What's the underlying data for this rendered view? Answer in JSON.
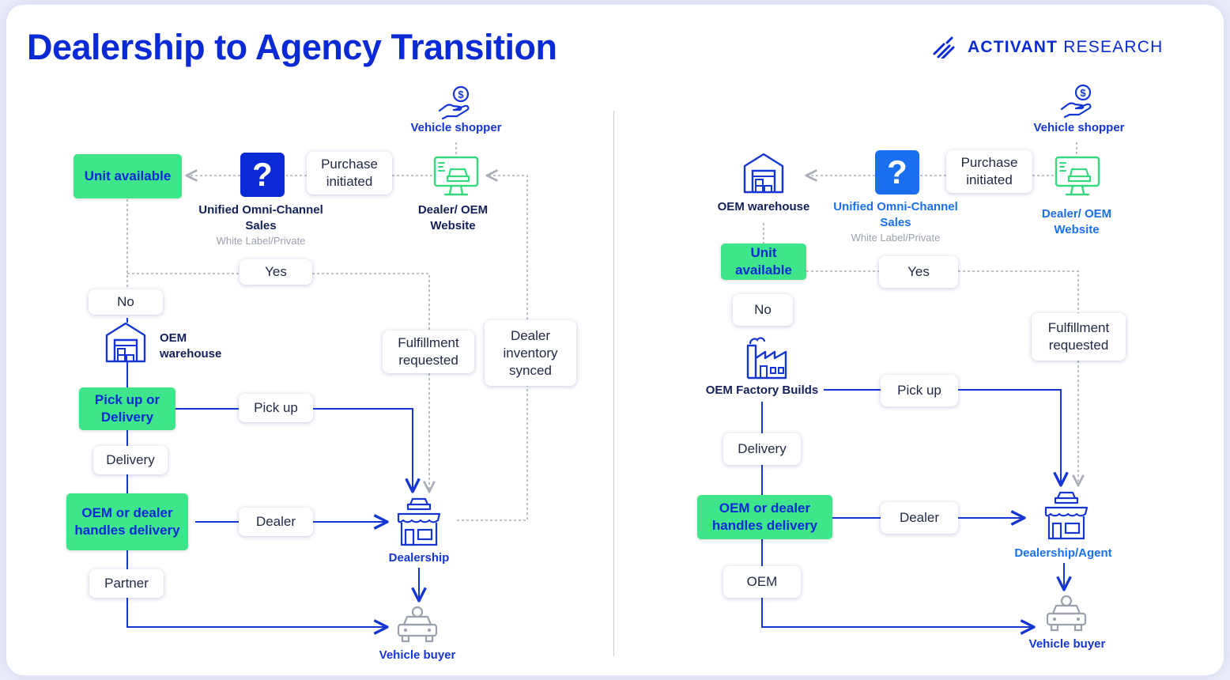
{
  "header": {
    "title": "Dealership to Agency Transition",
    "brand_bold": "ACTIVANT",
    "brand_light": " RESEARCH",
    "brand_icon": "activant-logo-icon"
  },
  "colors": {
    "brand_blue": "#0a2ad6",
    "label_blue": "#1536d4",
    "agency_blue": "#1a6ff0",
    "green_box": "#3fe58a",
    "green_icon": "#37d97f",
    "grey_icon": "#9aa0ad"
  },
  "left": {
    "shopper": "Vehicle shopper",
    "website": "Dealer/ OEM\nWebsite",
    "purchase": "Purchase\ninitiated",
    "unified": "Unified Omni-Channel\nSales",
    "unified_sub": "White Label/Private",
    "unit_available": "Unit available",
    "yes": "Yes",
    "no": "No",
    "oem_warehouse": "OEM\nwarehouse",
    "fulfillment": "Fulfillment\nrequested",
    "dealer_inventory": "Dealer\ninventory\nsynced",
    "pickup_delivery": "Pick up or\nDelivery",
    "pickup": "Pick up",
    "delivery": "Delivery",
    "oem_dealer": "OEM or dealer\nhandles delivery",
    "dealer": "Dealer",
    "partner": "Partner",
    "dealership": "Dealership",
    "buyer": "Vehicle buyer"
  },
  "right": {
    "shopper": "Vehicle shopper",
    "website": "Dealer/ OEM\nWebsite",
    "purchase": "Purchase\ninitiated",
    "unified": "Unified Omni-Channel\nSales",
    "unified_sub": "White Label/Private",
    "oem_warehouse": "OEM warehouse",
    "unit_available": "Unit\navailable",
    "yes": "Yes",
    "no": "No",
    "fulfillment": "Fulfillment\nrequested",
    "factory": "OEM Factory Builds",
    "pickup": "Pick up",
    "delivery": "Delivery",
    "oem_dealer": "OEM or dealer\nhandles delivery",
    "dealer": "Dealer",
    "oem": "OEM",
    "dealership": "Dealership/Agent",
    "buyer": "Vehicle buyer"
  },
  "icons": {
    "shopper": "hand-dollar-icon",
    "website": "monitor-car-icon",
    "unified": "question-icon",
    "warehouse": "warehouse-icon",
    "factory": "factory-icon",
    "dealership": "dealership-store-icon",
    "buyer": "car-buyer-icon"
  }
}
